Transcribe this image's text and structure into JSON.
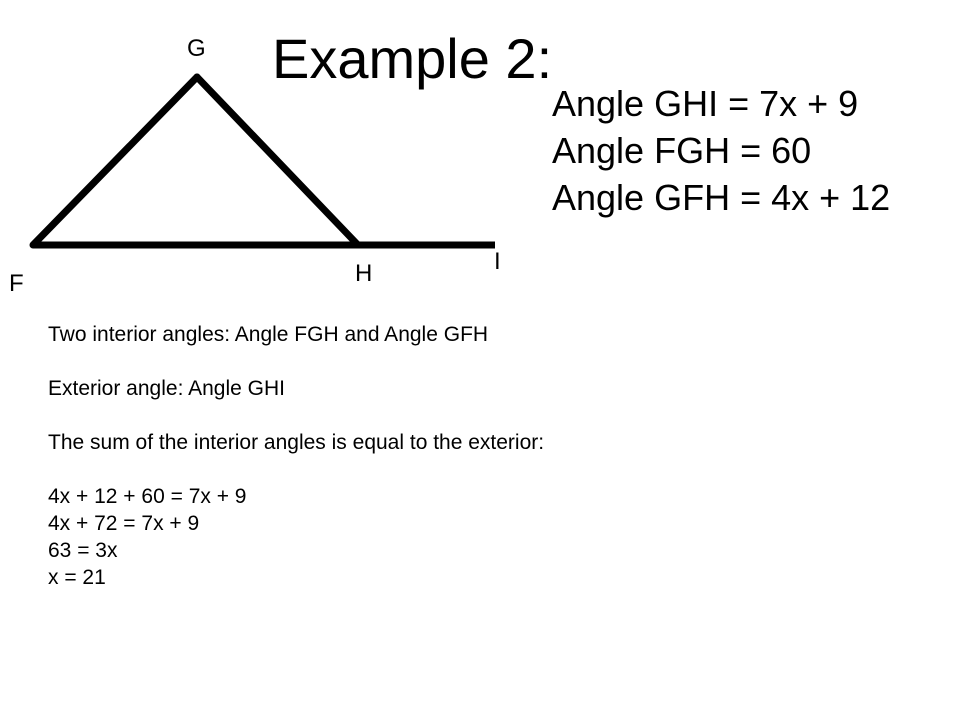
{
  "slide": {
    "title": "Example 2:"
  },
  "givens": [
    "Angle GHI = 7x + 9",
    "Angle FGH = 60",
    "Angle GFH = 4x + 12"
  ],
  "diagram": {
    "labels": {
      "G": "G",
      "F": "F",
      "H": "H",
      "I": "I"
    }
  },
  "solution": {
    "interior": "Two interior angles: Angle FGH and Angle GFH",
    "exterior": "Exterior angle: Angle GHI",
    "rule": "The sum of the interior angles is equal to the exterior:",
    "steps": [
      "4x + 12 + 60 = 7x + 9",
      "4x + 72 = 7x + 9",
      "63 = 3x",
      "x = 21"
    ]
  }
}
